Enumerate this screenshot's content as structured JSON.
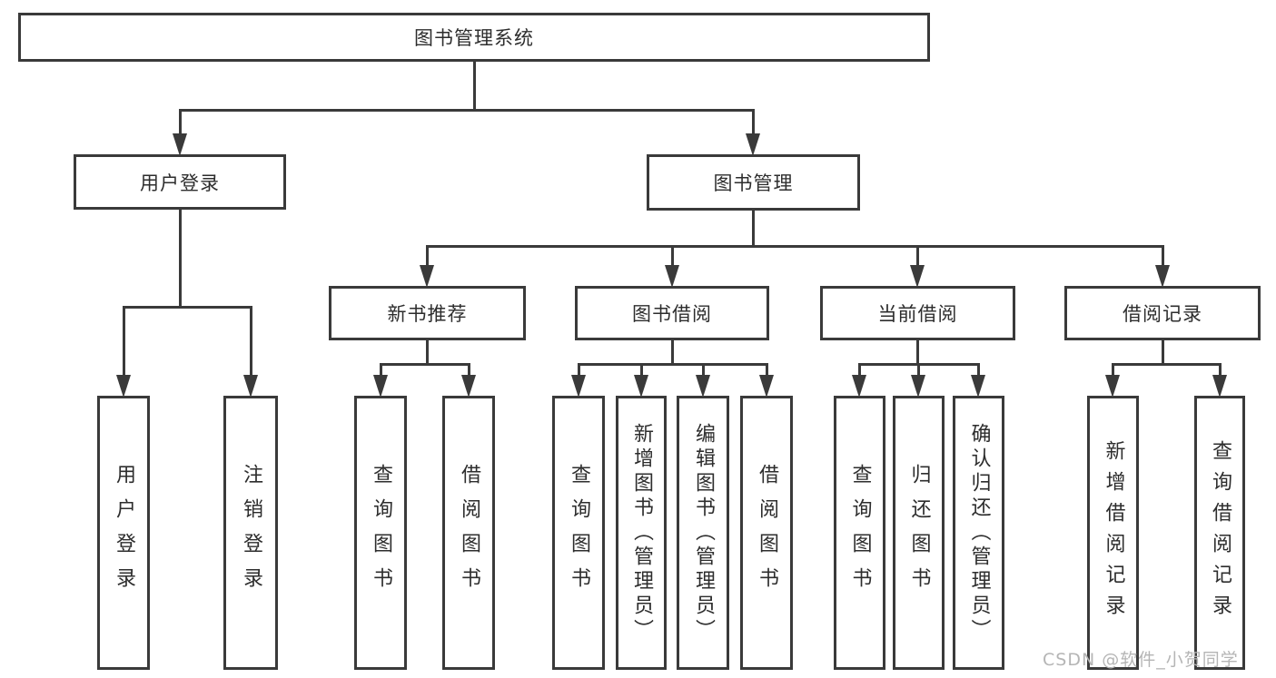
{
  "colors": {
    "line": "#3a3a3a",
    "box_border": "#3a3a3a",
    "text": "#2d2d2d",
    "background": "#ffffff",
    "watermark": "#b5b5b5"
  },
  "watermark": {
    "text": "CSDN @软件_小贺同学"
  },
  "tree": {
    "root": {
      "label": "图书管理系统"
    },
    "user_login": {
      "label": "用户登录",
      "children": [
        {
          "label": "用户登录"
        },
        {
          "label": "注销登录"
        }
      ]
    },
    "book_mgmt": {
      "label": "图书管理"
    },
    "new_book": {
      "label": "新书推荐",
      "children": [
        {
          "label": "查询图书"
        },
        {
          "label": "借阅图书"
        }
      ]
    },
    "book_borrow": {
      "label": "图书借阅",
      "children": [
        {
          "label": "查询图书"
        },
        {
          "label": "新增图书（管理员）"
        },
        {
          "label": "编辑图书（管理员）"
        },
        {
          "label": "借阅图书"
        }
      ]
    },
    "current_borrow": {
      "label": "当前借阅",
      "children": [
        {
          "label": "查询图书"
        },
        {
          "label": "归还图书"
        },
        {
          "label": "确认归还（管理员）"
        }
      ]
    },
    "borrow_record": {
      "label": "借阅记录",
      "children": [
        {
          "label": "新增借阅记录"
        },
        {
          "label": "查询借阅记录"
        }
      ]
    }
  }
}
